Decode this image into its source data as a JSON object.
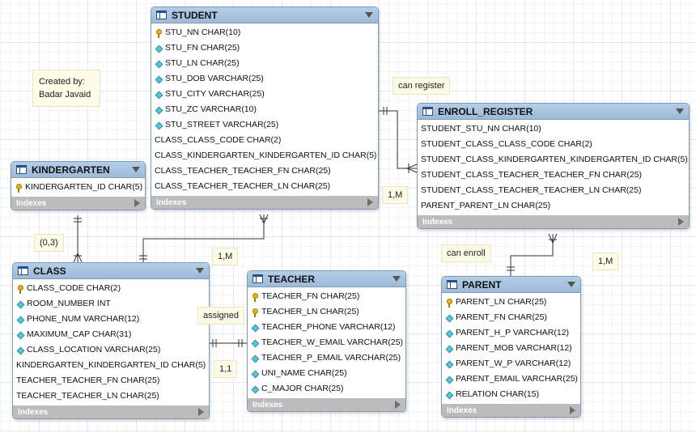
{
  "note": {
    "line1": "Created by:",
    "line2": "Badar Javaid"
  },
  "entities": {
    "student": {
      "name": "STUDENT",
      "columns": [
        {
          "text": "STU_NN CHAR(10)",
          "icon": "primary-key-icon"
        },
        {
          "text": "STU_FN CHAR(25)",
          "icon": "attribute-icon"
        },
        {
          "text": "STU_LN CHAR(25)",
          "icon": "attribute-icon"
        },
        {
          "text": "STU_DOB VARCHAR(25)",
          "icon": "attribute-icon"
        },
        {
          "text": "STU_CITY VARCHAR(25)",
          "icon": "attribute-icon"
        },
        {
          "text": "STU_ZC VARCHAR(10)",
          "icon": "attribute-icon"
        },
        {
          "text": "STU_STREET VARCHAR(25)",
          "icon": "attribute-icon"
        },
        {
          "text": "CLASS_CLASS_CODE CHAR(2)",
          "icon": ""
        },
        {
          "text": "CLASS_KINDERGARTEN_KINDERGARTEN_ID CHAR(5)",
          "icon": ""
        },
        {
          "text": "CLASS_TEACHER_TEACHER_FN CHAR(25)",
          "icon": ""
        },
        {
          "text": "CLASS_TEACHER_TEACHER_LN CHAR(25)",
          "icon": ""
        }
      ],
      "indexes_label": "Indexes"
    },
    "enroll_register": {
      "name": "ENROLL_REGISTER",
      "columns": [
        {
          "text": "STUDENT_STU_NN CHAR(10)",
          "icon": ""
        },
        {
          "text": "STUDENT_CLASS_CLASS_CODE CHAR(2)",
          "icon": ""
        },
        {
          "text": "STUDENT_CLASS_KINDERGARTEN_KINDERGARTEN_ID CHAR(5)",
          "icon": ""
        },
        {
          "text": "STUDENT_CLASS_TEACHER_TEACHER_FN CHAR(25)",
          "icon": ""
        },
        {
          "text": "STUDENT_CLASS_TEACHER_TEACHER_LN CHAR(25)",
          "icon": ""
        },
        {
          "text": "PARENT_PARENT_LN CHAR(25)",
          "icon": ""
        }
      ],
      "indexes_label": "Indexes"
    },
    "kindergarten": {
      "name": "KINDERGARTEN",
      "columns": [
        {
          "text": "KINDERGARTEN_ID CHAR(5)",
          "icon": "primary-key-icon"
        }
      ],
      "indexes_label": "Indexes"
    },
    "class": {
      "name": "CLASS",
      "columns": [
        {
          "text": "CLASS_CODE CHAR(2)",
          "icon": "primary-key-icon"
        },
        {
          "text": "ROOM_NUMBER INT",
          "icon": "attribute-icon"
        },
        {
          "text": "PHONE_NUM VARCHAR(12)",
          "icon": "attribute-icon"
        },
        {
          "text": "MAXIMUM_CAP CHAR(31)",
          "icon": "attribute-icon"
        },
        {
          "text": "CLASS_LOCATION VARCHAR(25)",
          "icon": "attribute-icon"
        },
        {
          "text": "KINDERGARTEN_KINDERGARTEN_ID CHAR(5)",
          "icon": ""
        },
        {
          "text": "TEACHER_TEACHER_FN CHAR(25)",
          "icon": ""
        },
        {
          "text": "TEACHER_TEACHER_LN CHAR(25)",
          "icon": ""
        }
      ],
      "indexes_label": "Indexes"
    },
    "teacher": {
      "name": "TEACHER",
      "columns": [
        {
          "text": "TEACHER_FN CHAR(25)",
          "icon": "primary-key-icon"
        },
        {
          "text": "TEACHER_LN CHAR(25)",
          "icon": "primary-key-icon"
        },
        {
          "text": "TEACHER_PHONE VARCHAR(12)",
          "icon": "attribute-icon"
        },
        {
          "text": "TEACHER_W_EMAIL VARCHAR(25)",
          "icon": "attribute-icon"
        },
        {
          "text": "TEACHER_P_EMAIL VARCHAR(25)",
          "icon": "attribute-icon"
        },
        {
          "text": "UNI_NAME CHAR(25)",
          "icon": "attribute-icon"
        },
        {
          "text": "C_MAJOR CHAR(25)",
          "icon": "attribute-icon"
        }
      ],
      "indexes_label": "Indexes"
    },
    "parent": {
      "name": "PARENT",
      "columns": [
        {
          "text": "PARENT_LN CHAR(25)",
          "icon": "primary-key-icon"
        },
        {
          "text": "PARENT_FN CHAR(25)",
          "icon": "attribute-icon"
        },
        {
          "text": "PARENT_H_P VARCHAR(12)",
          "icon": "attribute-icon"
        },
        {
          "text": "PARENT_MOB VARCHAR(12)",
          "icon": "attribute-icon"
        },
        {
          "text": "PARENT_W_P VARCHAR(12)",
          "icon": "attribute-icon"
        },
        {
          "text": "PARENT_EMAIL VARCHAR(25)",
          "icon": "attribute-icon"
        },
        {
          "text": "RELATION CHAR(15)",
          "icon": "attribute-icon"
        }
      ],
      "indexes_label": "Indexes"
    }
  },
  "labels": {
    "can_register": "can register",
    "one_many_student_enroll": "1,M",
    "zero_three": "(0,3)",
    "one_many_class_student": "1,M",
    "assigned": "assigned",
    "one_one": "1,1",
    "can_enroll": "can enroll",
    "one_many_parent": "1,M"
  },
  "colors": {
    "header": "#a6c2de",
    "border": "#7f9bb8",
    "indexes_bar": "#bcbcbc",
    "primary_key": "#e7b511",
    "attribute": "#5bc2d8",
    "label_bg": "#fdfbe6",
    "connector": "#333333"
  }
}
